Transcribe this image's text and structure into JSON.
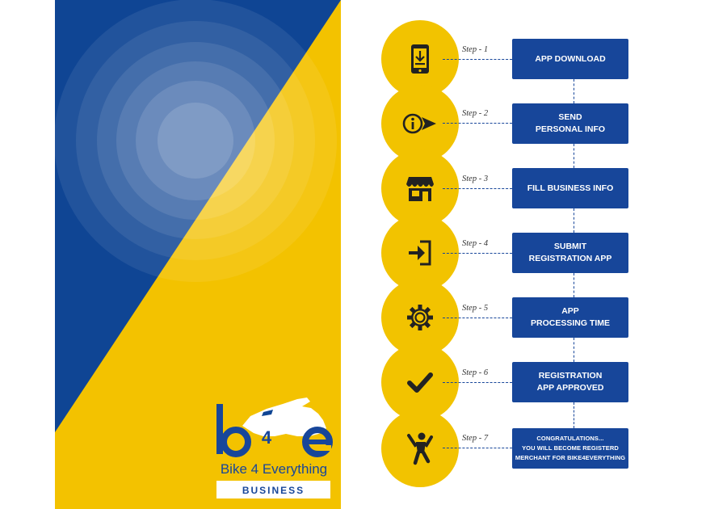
{
  "brand": {
    "logo_text": "b4e",
    "name": "Bike 4 Everything",
    "tagline": "BUSINESS",
    "colors": {
      "blue": "#17469a",
      "yellow": "#f2c300"
    }
  },
  "steps": [
    {
      "label": "Step - 1",
      "icon": "smartphone-download-icon",
      "lines": [
        "APP DOWNLOAD"
      ]
    },
    {
      "label": "Step - 2",
      "icon": "info-send-icon",
      "lines": [
        "SEND",
        "PERSONAL INFO"
      ]
    },
    {
      "label": "Step - 3",
      "icon": "storefront-icon",
      "lines": [
        "FILL BUSINESS INFO"
      ]
    },
    {
      "label": "Step - 4",
      "icon": "sign-in-arrow-icon",
      "lines": [
        "SUBMIT",
        "REGISTRATION APP"
      ]
    },
    {
      "label": "Step - 5",
      "icon": "gear-icon",
      "lines": [
        "APP",
        "PROCESSING TIME"
      ]
    },
    {
      "label": "Step - 6",
      "icon": "checkmark-icon",
      "lines": [
        "REGISTRATION",
        "APP APPROVED"
      ]
    },
    {
      "label": "Step - 7",
      "icon": "celebrating-person-icon",
      "lines": [
        "CONGRATULATIONS...",
        "YOU WILL BECOME REGISTERD",
        "MERCHANT FOR BIKE4EVERYTHING"
      ]
    }
  ]
}
